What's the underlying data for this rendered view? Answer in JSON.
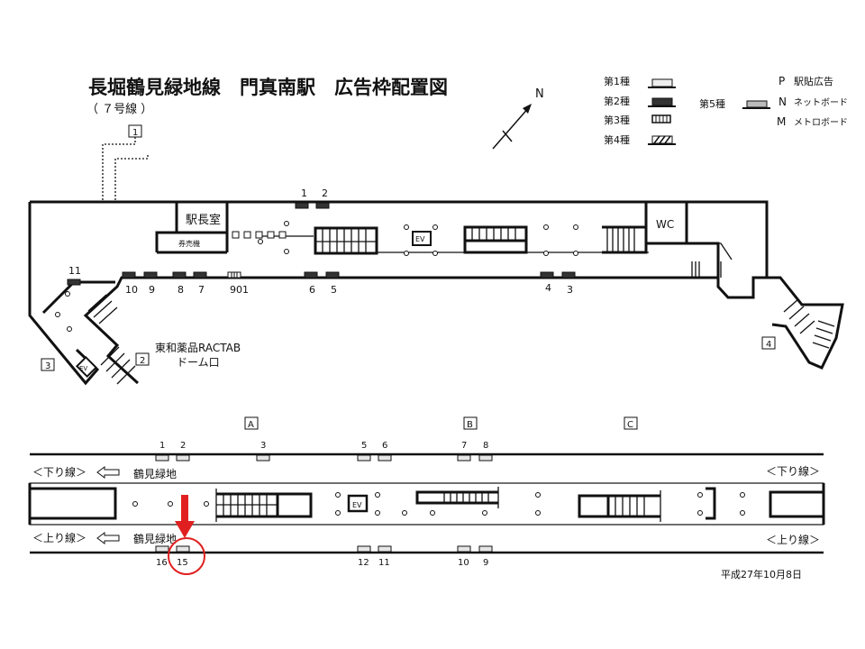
{
  "title": "長堀鶴見緑地線　門真南駅　広告枠配置図",
  "subtitle": "（ ７号線 ）",
  "north": "N",
  "legend": {
    "types": [
      {
        "label": "第1種",
        "style": "light"
      },
      {
        "label": "第2種",
        "style": "dark"
      },
      {
        "label": "第3種",
        "style": "striped"
      },
      {
        "label": "第4種",
        "style": "hatched"
      },
      {
        "label": "第5種",
        "style": "gray"
      }
    ],
    "codes": [
      {
        "letter": "P",
        "text": "駅貼広告"
      },
      {
        "letter": "N",
        "text": "ネットボード"
      },
      {
        "letter": "M",
        "text": "メトロボード"
      }
    ]
  },
  "concourse": {
    "rooms": {
      "station_master": "駅長室",
      "ticket_machines": "券売機",
      "wc": "WC",
      "ev": "EV"
    },
    "exits": [
      "1",
      "2",
      "3",
      "4"
    ],
    "exit_name": [
      "東和薬品RACTAB",
      "ドーム口"
    ],
    "frames": [
      {
        "id": "1",
        "type": "dark"
      },
      {
        "id": "2",
        "type": "dark"
      },
      {
        "id": "10",
        "type": "dark"
      },
      {
        "id": "9",
        "type": "dark"
      },
      {
        "id": "8",
        "type": "dark"
      },
      {
        "id": "7",
        "type": "dark"
      },
      {
        "id": "901",
        "type": "striped"
      },
      {
        "id": "6",
        "type": "dark"
      },
      {
        "id": "5",
        "type": "dark"
      },
      {
        "id": "4",
        "type": "dark"
      },
      {
        "id": "3",
        "type": "dark"
      },
      {
        "id": "11",
        "type": "dark"
      }
    ]
  },
  "platform": {
    "sections": [
      "A",
      "B",
      "C"
    ],
    "down_line": "＜下り線＞",
    "up_line": "＜上り線＞",
    "destination": "鶴見緑地",
    "ev": "EV",
    "top_frames": [
      "1",
      "2",
      "3",
      "5",
      "6",
      "7",
      "8"
    ],
    "bottom_frames": [
      "16",
      "15",
      "12",
      "11",
      "10",
      "9"
    ],
    "highlighted_frame": "15",
    "highlight_color": "#e02020"
  },
  "date": "平成27年10月8日"
}
